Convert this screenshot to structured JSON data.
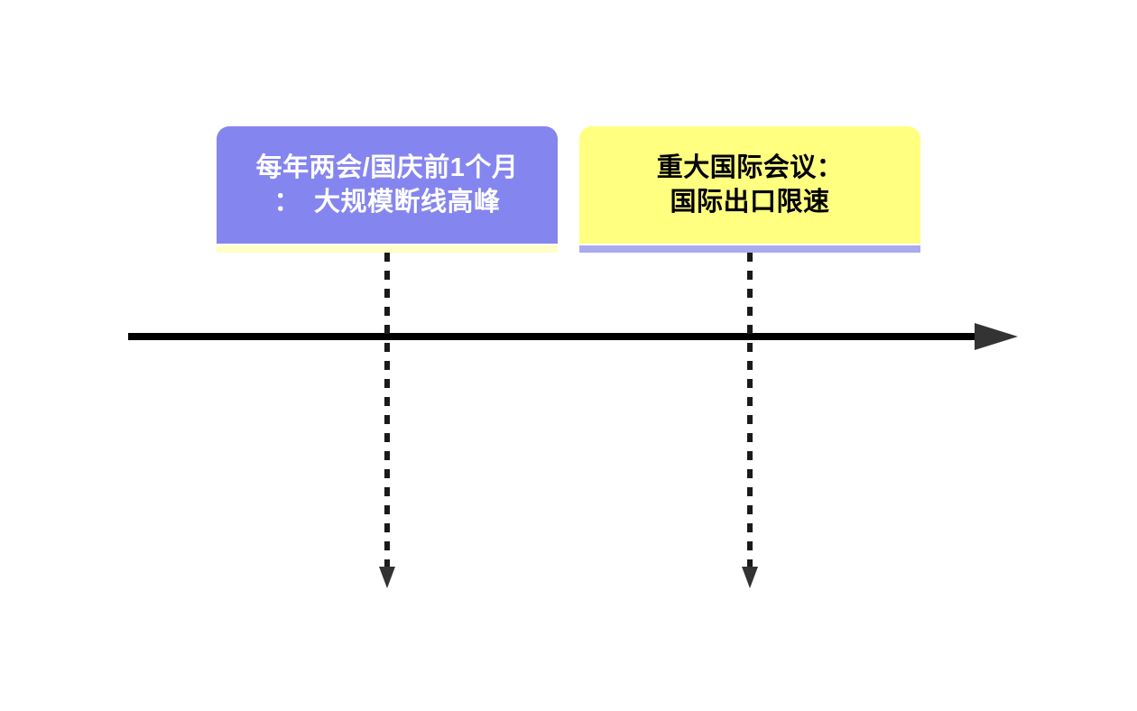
{
  "diagram": {
    "type": "timeline-annotation",
    "boxes": [
      {
        "id": "two-sessions-peak",
        "lines": [
          "每年两会/国庆前1个月",
          "：　大规模断线高峰"
        ]
      },
      {
        "id": "international-meeting",
        "lines": [
          "重大国际会议：",
          "国际出口限速"
        ]
      }
    ],
    "icons": [
      "timeline-arrowhead-icon",
      "down-arrowhead-icon",
      "down-arrowhead-icon"
    ]
  },
  "colors": {
    "canvas-bg": "#ffffff",
    "box1-bg": "#8585f0",
    "box1-text": "#ffffff",
    "box1-accent": "#ffffc8",
    "box2-bg": "#ffff80",
    "box2-text": "#000000",
    "box2-accent": "#aaaaee",
    "timeline": "#000000",
    "arrowhead": "#333333",
    "dash": "#1a1a1a"
  }
}
